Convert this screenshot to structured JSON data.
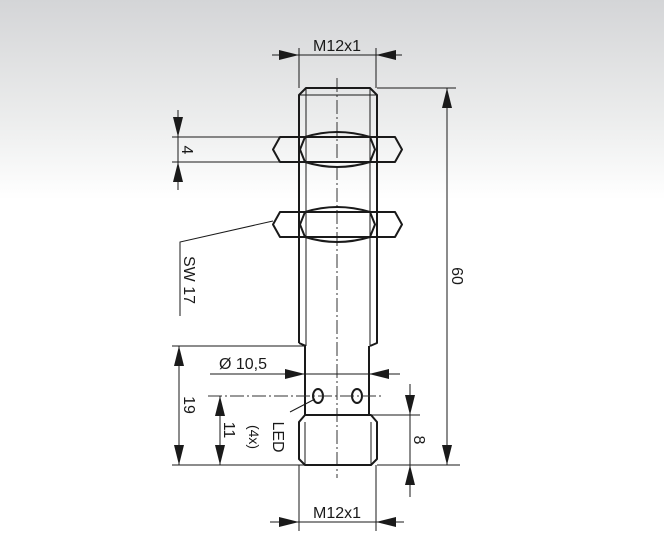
{
  "drawing": {
    "top_thread_label": "M12x1",
    "bottom_thread_label": "M12x1",
    "overall_length": "60",
    "nut_thickness": "4",
    "wrench_size": "SW 17",
    "diameter_label": "Ø 10,5",
    "length_19": "19",
    "length_11": "11",
    "led_count": "(4x)",
    "led_label": "LED",
    "length_8": "8"
  }
}
